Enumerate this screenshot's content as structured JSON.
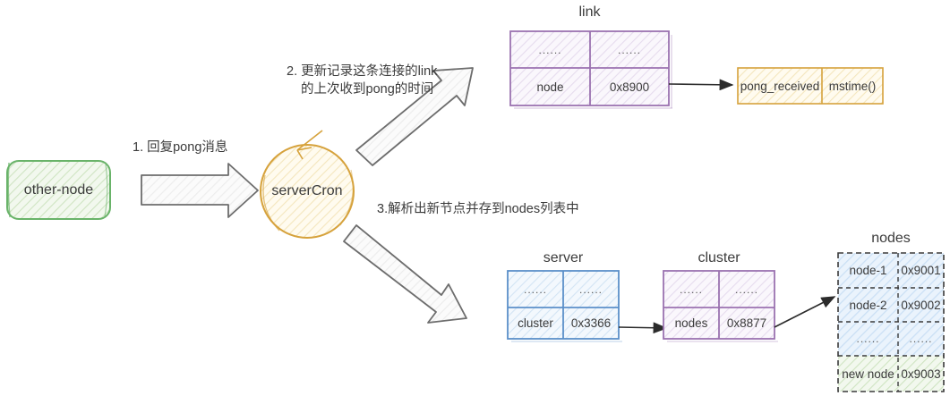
{
  "diagram": {
    "title": "redis cluster serverCron pong handling flow",
    "background": "#ffffff",
    "colors": {
      "green": "#69b369",
      "green_fill": "#eef6ea",
      "orange": "#d6a23c",
      "orange_fill": "#fdf8e8",
      "purple": "#9b72b0",
      "purple_fill": "#f6f1f8",
      "blue": "#5b8fc9",
      "blue_fill": "#eaf2fb",
      "gray": "#6d6d6d",
      "text": "#3b3b3b",
      "dark": "#2b2b2b"
    }
  },
  "nodes": {
    "other_node": {
      "label": "other-node",
      "shape": "rounded-rect",
      "color": "green"
    },
    "server_cron": {
      "label": "serverCron",
      "shape": "circle",
      "color": "orange"
    }
  },
  "steps": [
    {
      "id": 1,
      "text": "1. 回复pong消息",
      "arrow": "right"
    },
    {
      "id": 2,
      "line1": "2. 更新记录这条连接的link",
      "line2": "的上次收到pong的时间",
      "arrow": "up-right"
    },
    {
      "id": 3,
      "text": "3.解析出新节点并存到nodes列表中",
      "arrow": "down-right"
    }
  ],
  "tables": {
    "link": {
      "title": "link",
      "color": "purple",
      "rows": [
        {
          "key": "......",
          "value": "......"
        },
        {
          "key": "node",
          "value": "0x8900"
        }
      ]
    },
    "pong_received": {
      "title": "",
      "color": "orange",
      "rows": [
        {
          "key": "pong_received",
          "value": "mstime()"
        }
      ]
    },
    "server": {
      "title": "server",
      "color": "blue",
      "rows": [
        {
          "key": "......",
          "value": "......"
        },
        {
          "key": "cluster",
          "value": "0x3366"
        }
      ]
    },
    "cluster": {
      "title": "cluster",
      "color": "purple",
      "rows": [
        {
          "key": "......",
          "value": "......"
        },
        {
          "key": "nodes",
          "value": "0x8877"
        }
      ]
    },
    "nodes_table": {
      "title": "nodes",
      "color": "blue-dashed",
      "rows": [
        {
          "key": "node-1",
          "value": "0x9001",
          "highlight": false
        },
        {
          "key": "node-2",
          "value": "0x9002",
          "highlight": false
        },
        {
          "key": "......",
          "value": "......",
          "highlight": false
        },
        {
          "key": "new node",
          "value": "0x9003",
          "highlight": true
        }
      ]
    }
  },
  "connectors": [
    {
      "from": "link.node.0x8900",
      "to": "pong_received",
      "style": "thin-arrow"
    },
    {
      "from": "server.cluster.0x3366",
      "to": "cluster",
      "style": "thin-arrow"
    },
    {
      "from": "cluster.nodes.0x8877",
      "to": "nodes_table",
      "style": "thin-arrow"
    }
  ]
}
